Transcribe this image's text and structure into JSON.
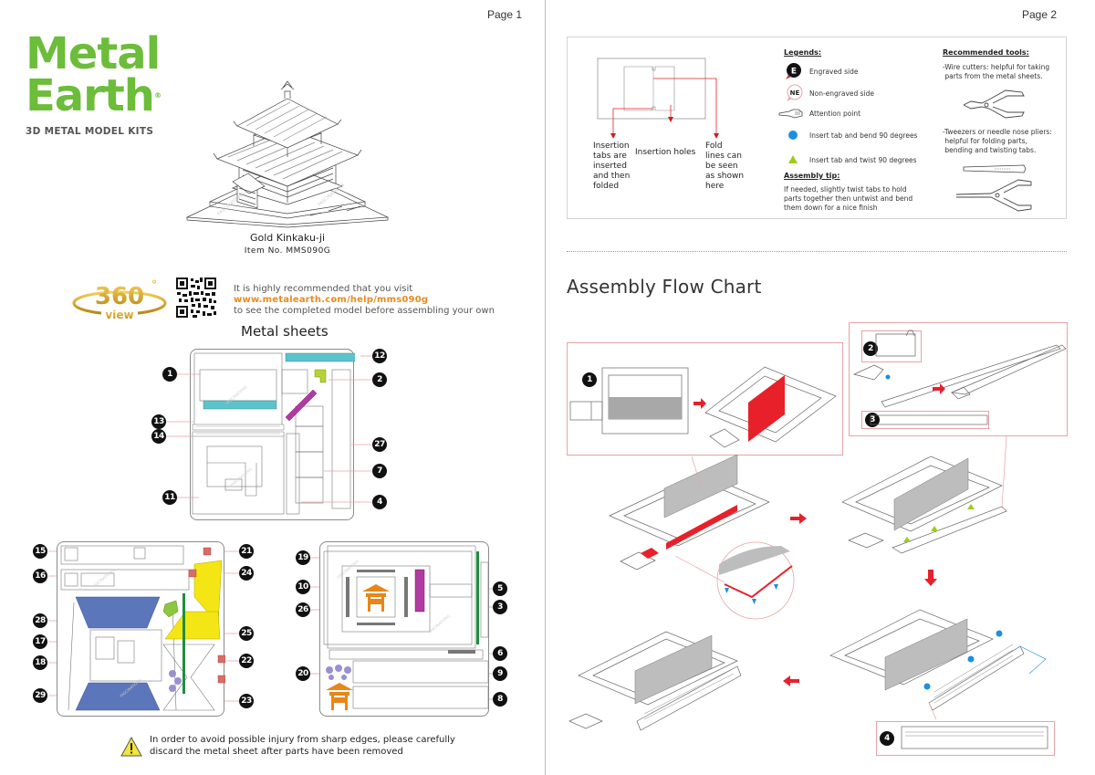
{
  "page1": {
    "page_label": "Page 1",
    "brand": {
      "line1": "Metal",
      "line2": "Earth",
      "registered": "®",
      "tagline": "3D METAL MODEL KITS",
      "color": "#6cbd3a"
    },
    "model": {
      "name": "Gold Kinkaku-ji",
      "item_no": "Item No. MMS090G"
    },
    "view360": {
      "number": "360",
      "degree": "°",
      "label": "view",
      "color": "#d4a017"
    },
    "qr_code": "qr-code",
    "visit": {
      "line1": "It is highly recommended that you visit",
      "url": "www.metalearth.com/help/mms090g",
      "line3": "to see the completed model before assembling your own"
    },
    "sheets_title": "Metal sheets",
    "sheet1_callouts": [
      "1",
      "12",
      "2",
      "13",
      "14",
      "27",
      "7",
      "11",
      "4"
    ],
    "sheet2_callouts": [
      "15",
      "21",
      "16",
      "24",
      "28",
      "17",
      "25",
      "18",
      "22",
      "29",
      "23"
    ],
    "sheet3_callouts": [
      "19",
      "10",
      "5",
      "26",
      "3",
      "6",
      "20",
      "9",
      "8"
    ],
    "watermark": "FASCINATIONS",
    "warning": {
      "line1": "In order to avoid possible injury from sharp edges, please carefully",
      "line2": "discard the metal sheet after parts have been removed"
    }
  },
  "page2": {
    "page_label": "Page 2",
    "demo_labels": {
      "tabs": [
        "Insertion",
        "tabs are",
        "inserted",
        "and then",
        "folded"
      ],
      "holes": "Insertion holes",
      "fold": [
        "Fold",
        "lines can",
        "be seen",
        "as shown",
        "here"
      ]
    },
    "legends": {
      "title": "Legends:",
      "items": [
        {
          "icon": "E",
          "label": "Engraved side"
        },
        {
          "icon": "NE",
          "label": "Non-engraved side"
        },
        {
          "icon": "pointing-hand",
          "label": "Attention point"
        },
        {
          "icon": "blue-dot",
          "label": "Insert tab and bend 90 degrees"
        },
        {
          "icon": "green-triangle",
          "label": "Insert tab and twist 90 degrees"
        }
      ]
    },
    "assembly_tip": {
      "title": "Assembly tip:",
      "lines": [
        "If needed, slightly twist tabs to hold",
        "parts together then untwist and bend",
        "them down for a nice finish"
      ]
    },
    "tools": {
      "title": "Recommended tools:",
      "wire_cutters": [
        "-Wire cutters: helpful for taking",
        " parts from the metal sheets."
      ],
      "tweezers": [
        "-Tweezers or needle nose pliers:",
        " helpful for folding parts,",
        " bending and twisting tabs."
      ]
    },
    "flow_title": "Assembly Flow Chart",
    "steps": [
      {
        "part": "1"
      },
      {
        "part": "2"
      },
      {
        "part": "3"
      },
      {
        "part": "4"
      }
    ],
    "colors": {
      "accent_red": "#e8202a",
      "bend_blue": "#1b8fe0",
      "twist_green": "#9ccc1a",
      "box_border": "#e8a3a6",
      "panel_gray": "#a8a8a8"
    }
  }
}
